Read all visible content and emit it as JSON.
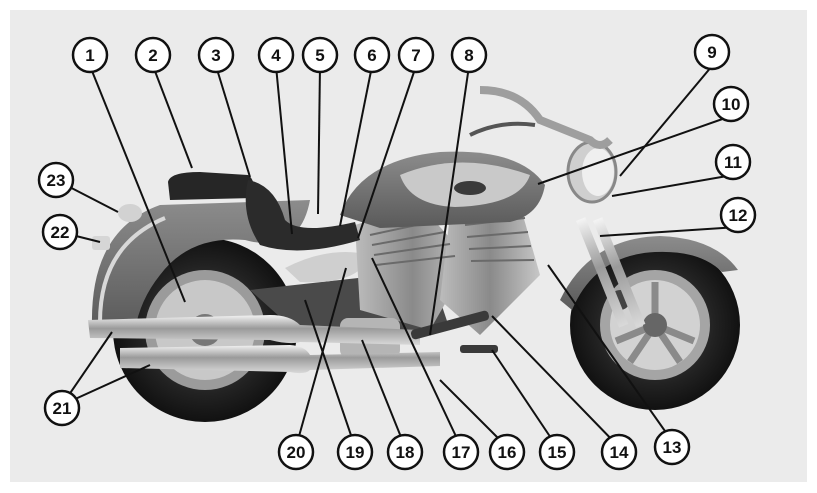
{
  "figure": {
    "subject": "motorcycle-parts-diagram",
    "callouts": [
      "1",
      "2",
      "3",
      "4",
      "5",
      "6",
      "7",
      "8",
      "9",
      "10",
      "11",
      "12",
      "13",
      "14",
      "15",
      "16",
      "17",
      "18",
      "19",
      "20",
      "21",
      "22",
      "23"
    ]
  }
}
